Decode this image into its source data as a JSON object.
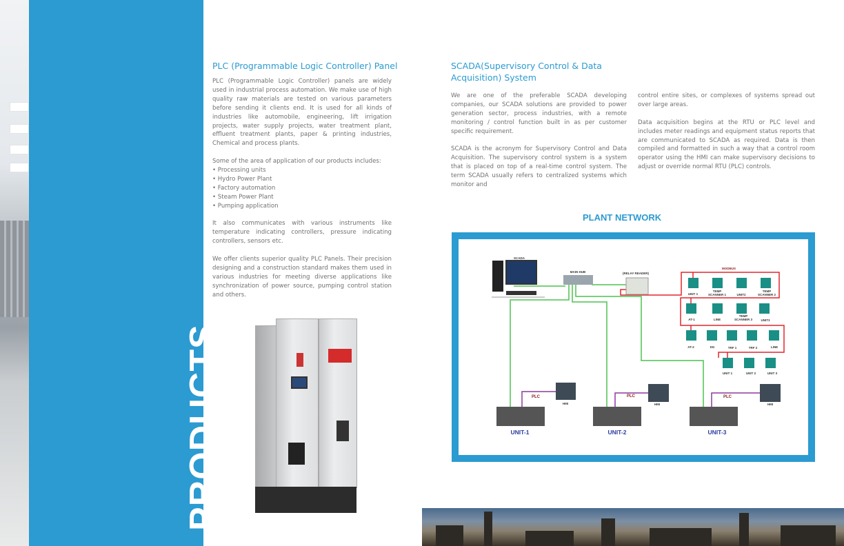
{
  "sidebar": {
    "title": "PRODUCTS"
  },
  "plc": {
    "title": "PLC (Programmable Logic Controller) Panel",
    "para1": "PLC (Programmable Logic Controller) panels are widely used in industrial process automation. We make use of high quality raw materials are tested on various parameters before sending it clients end. It is used for all kinds of industries like automobile, engineering, lift irrigation projects, water supply projects, water treatment plant, effluent treatment plants, paper & printing industries, Chemical and process plants.",
    "list_intro": "Some of the area of application of our products includes:",
    "applications": [
      "• Processing units",
      "• Hydro Power Plant",
      "• Factory automation",
      "• Steam Power Plant",
      "• Pumping application"
    ],
    "para2": "It also communicates with various instruments like temperature indicating controllers, pressure indicating controllers, sensors etc.",
    "para3": "We offer clients superior quality PLC Panels. Their precision designing and a construction standard makes them used in various industries for meeting diverse applications like synchronization of power source, pumping control station and others."
  },
  "scada": {
    "title": "SCADA(Supervisory Control & Data Acquisition) System",
    "col1_p1": "We are one of the preferable SCADA developing companies, our SCADA solutions are provided to power generation sector, process industries, with a remote monitoring / control function built in as per customer specific requirement.",
    "col1_p2": "SCADA is the acronym for Supervisory Control and Data Acquisition. The supervisory control system is a system that is placed on top of a real-time control system. The term SCADA usually refers to centralized systems which monitor and",
    "col2_p1": "control entire sites, or complexes of systems spread out over large areas.",
    "col2_p2": "Data acquisition begins at the RTU or PLC level and includes meter readings and equipment status reports that are communicated to SCADA as required. Data is then compiled and formatted in such a way that a control room operator using the HMI can make supervisory decisions to adjust or override normal RTU (PLC) controls."
  },
  "network": {
    "title": "PLANT NETWORK",
    "scada": "SCADA",
    "main_hub": "MAIN HUB",
    "relay_reader": "(RELAY READER)",
    "modbus": "MODBUS",
    "row1": [
      "UNIT 1",
      "TEMP",
      "SCANNER 1",
      "UNIT2",
      "TEMP",
      "SCANNER 2"
    ],
    "row2": [
      "AT-1",
      "LINE",
      "TEMP",
      "SCANNER 3",
      "UNIT3"
    ],
    "row3": [
      "AT-2",
      "DG",
      "TRF 1",
      "TRF 2",
      "LINE"
    ],
    "row4": [
      "UNIT 1",
      "UNIT 2",
      "UNIT 3"
    ],
    "plc": "PLC",
    "hmi": "HMI",
    "units": [
      "UNIT-1",
      "UNIT-2",
      "UNIT-3"
    ],
    "colors": {
      "ethernet": "#4cc24f",
      "modbus": "#e0262b",
      "plc_link": "#8a3a9a",
      "node": "#1a8f86",
      "unit_label": "#2a3aa0"
    }
  }
}
